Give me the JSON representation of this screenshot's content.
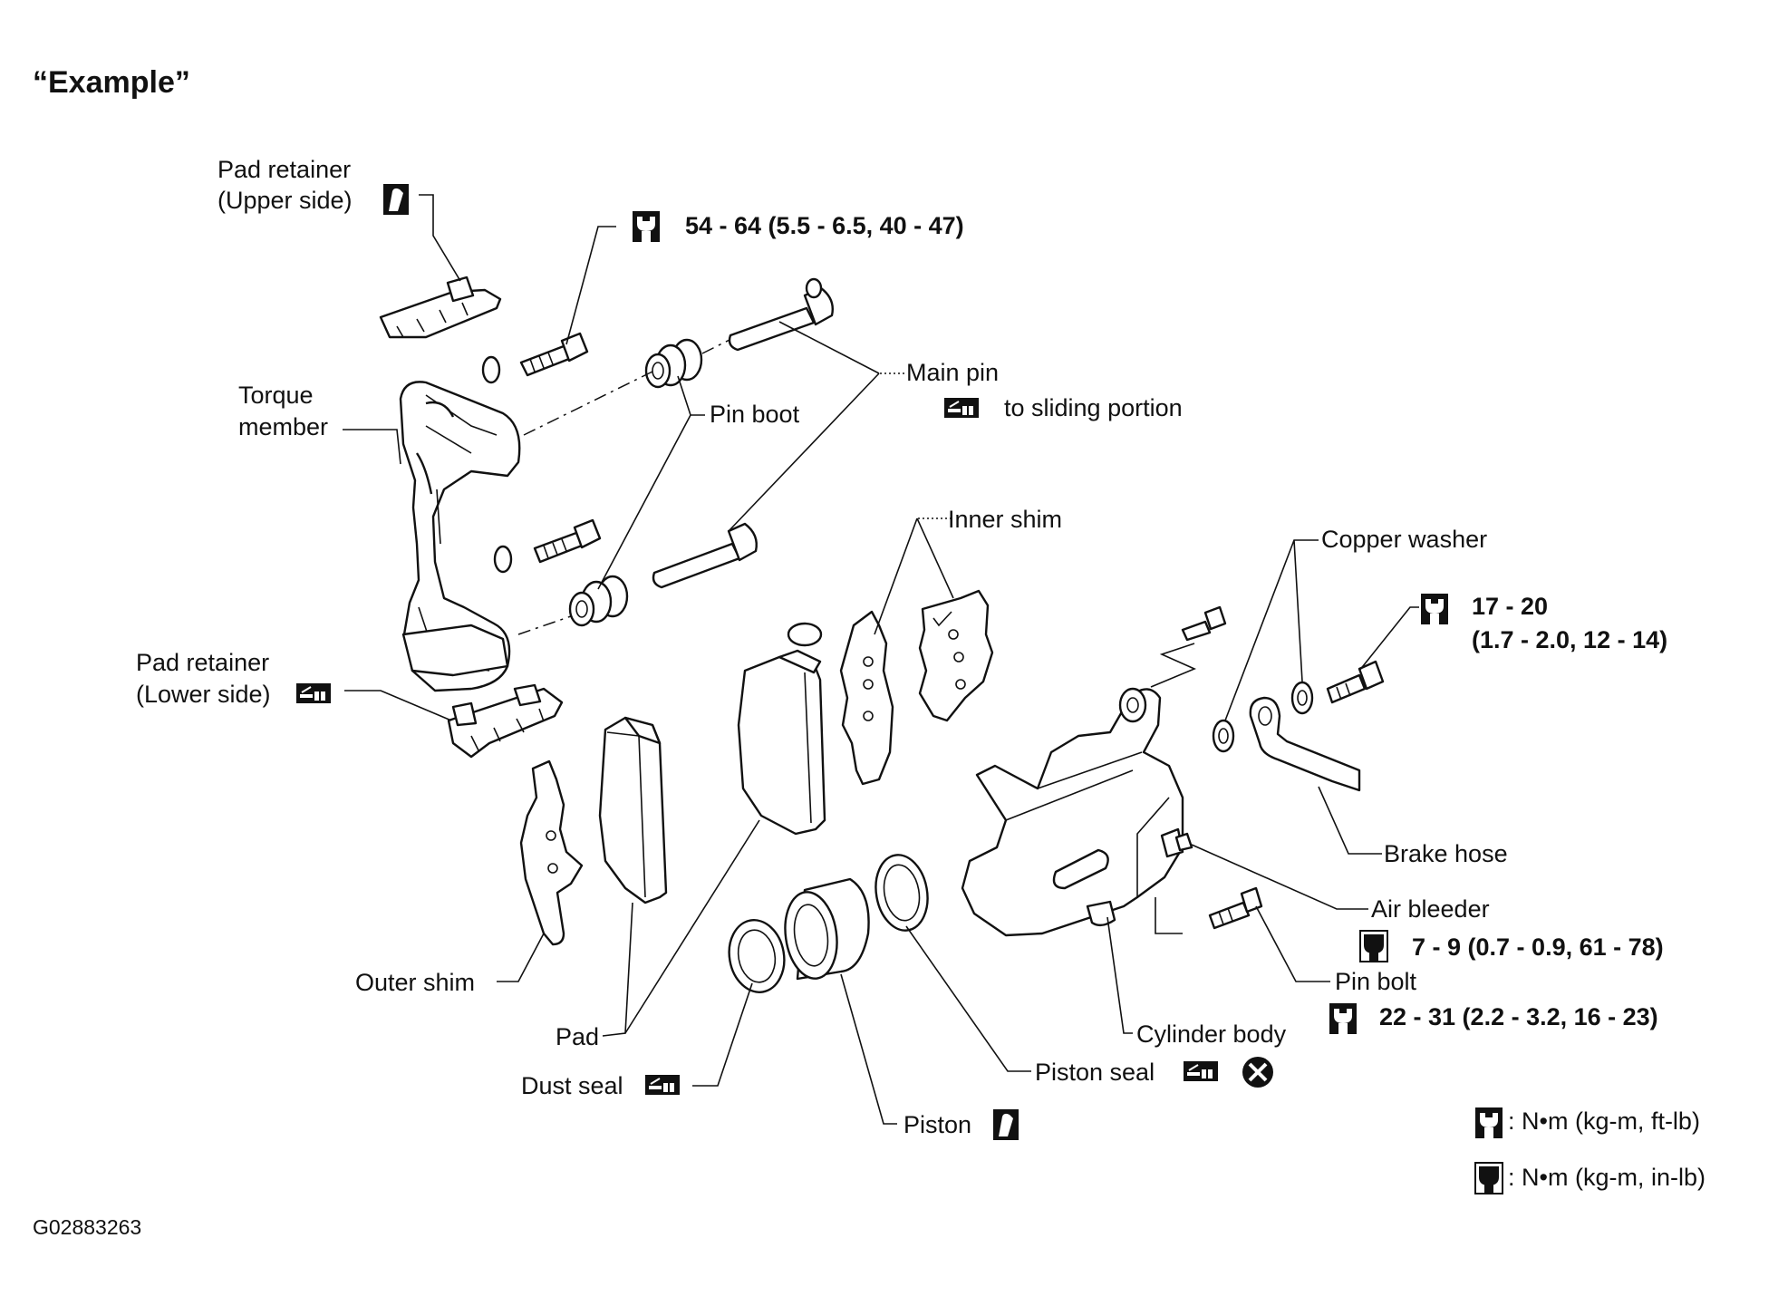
{
  "title": "“Example”",
  "figure_code": "G02883263",
  "labels": {
    "pad_retainer_upper_1": "Pad retainer",
    "pad_retainer_upper_2": "(Upper side)",
    "torque_upper_bolt": "54 - 64 (5.5 - 6.5, 40 - 47)",
    "torque_member_1": "Torque",
    "torque_member_2": "member",
    "pin_boot": "Pin boot",
    "main_pin": "Main pin",
    "main_pin_note": "to sliding portion",
    "inner_shim": "Inner shim",
    "copper_washer": "Copper washer",
    "torque_hose_1": "17 - 20",
    "torque_hose_2": "(1.7 - 2.0, 12 - 14)",
    "pad_retainer_lower_1": "Pad retainer",
    "pad_retainer_lower_2": "(Lower side)",
    "brake_hose": "Brake hose",
    "air_bleeder": "Air bleeder",
    "torque_bleeder": "7 - 9 (0.7 - 0.9, 61 - 78)",
    "pin_bolt": "Pin bolt",
    "torque_pin_bolt": "22 - 31 (2.2 - 3.2, 16 - 23)",
    "outer_shim": "Outer shim",
    "cylinder_body": "Cylinder body",
    "pad": "Pad",
    "piston_seal": "Piston seal",
    "dust_seal": "Dust seal",
    "piston": "Piston"
  },
  "legend": {
    "ft_lb": ": N•m (kg-m, ft-lb)",
    "in_lb": ": N•m (kg-m, in-lb)"
  },
  "icons": [
    "torque-wrench-icon",
    "torque-wrench-filled-icon",
    "grease-icon",
    "rubber-grease-icon",
    "replace-x-icon"
  ]
}
